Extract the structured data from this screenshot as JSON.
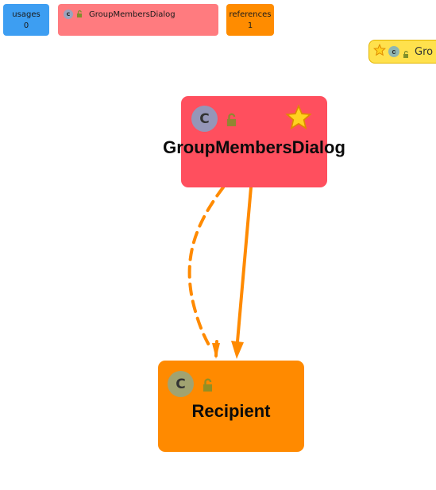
{
  "toolbar": {
    "usages": {
      "label": "usages",
      "count": "0"
    },
    "title": {
      "label": "GroupMembersDialog",
      "icon": "class-icon",
      "badge": "lock-icon"
    },
    "references": {
      "label": "references",
      "count": "1"
    }
  },
  "legend": {
    "text": "Gro",
    "icons": [
      "star-icon",
      "class-icon",
      "lock-icon"
    ]
  },
  "nodes": {
    "main": {
      "label": "GroupMembersDialog",
      "class_letter": "C",
      "icons": [
        "class-icon",
        "lock-icon",
        "star-icon"
      ],
      "color": "#ff4f5e"
    },
    "target": {
      "label": "Recipient",
      "class_letter": "C",
      "icons": [
        "class-icon",
        "lock-icon"
      ],
      "color": "#ff8a00"
    }
  },
  "edges": [
    {
      "from": "main",
      "to": "target",
      "style": "dashed",
      "color": "#ff8a00"
    },
    {
      "from": "main",
      "to": "target",
      "style": "solid",
      "color": "#ff8a00"
    }
  ],
  "colors": {
    "usages_chip": "#3d9ef2",
    "title_chip": "#ff7b7f",
    "references_chip": "#ff8c00",
    "legend_pill": "#ffe14d",
    "edge": "#ff8a00",
    "lock": "#7f8f2a"
  }
}
